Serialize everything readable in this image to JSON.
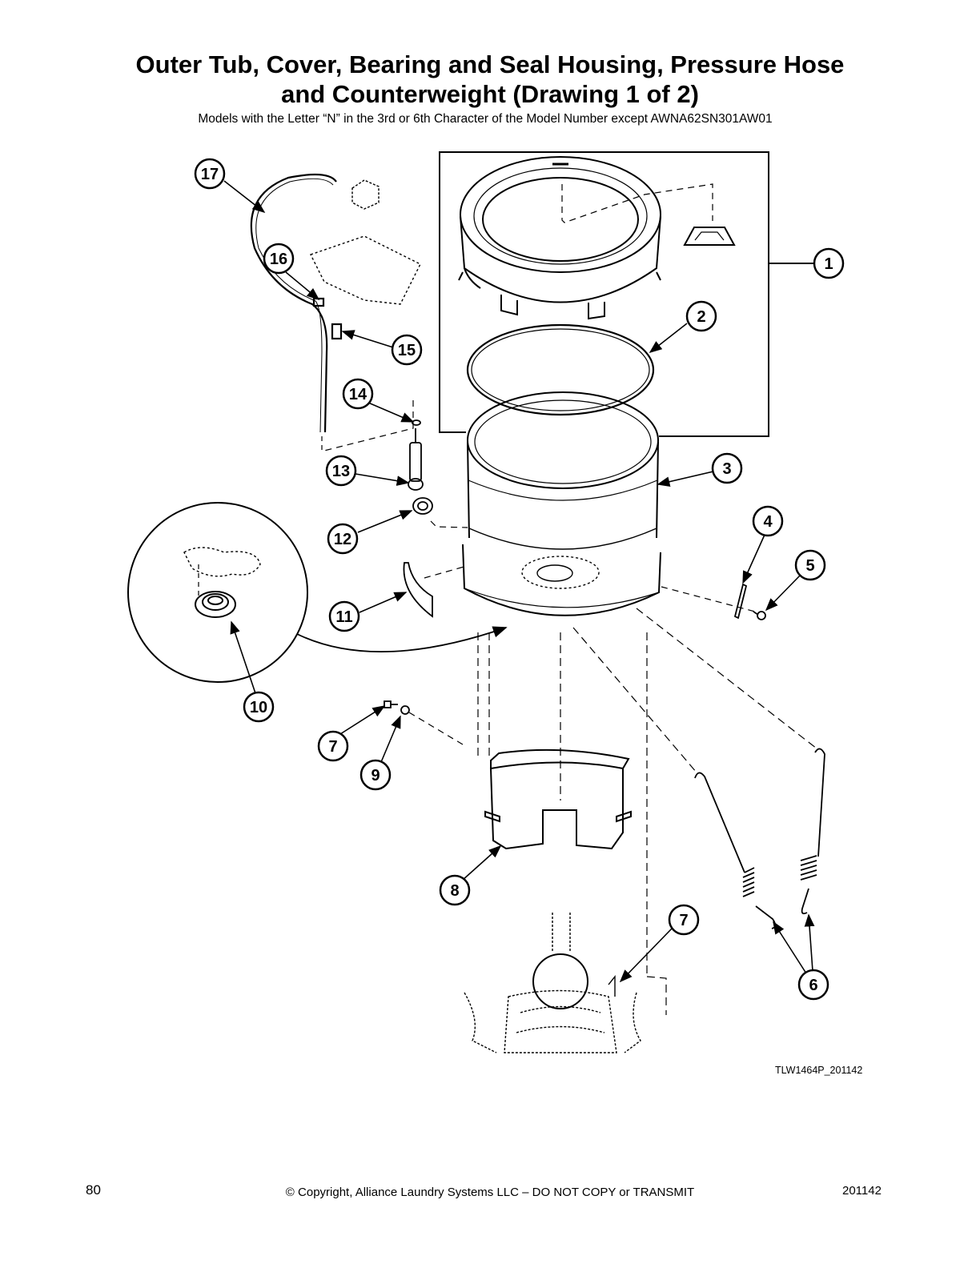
{
  "title": {
    "line1": "Outer Tub, Cover, Bearing and Seal Housing, Pressure Hose",
    "line2": "and Counterweight (Drawing 1 of 2)"
  },
  "subtitle": "Models with the Letter “N” in the 3rd or 6th Character of the Model Number except AWNA62SN301AW01",
  "callouts": [
    {
      "id": "c1",
      "label": "1"
    },
    {
      "id": "c2",
      "label": "2"
    },
    {
      "id": "c3",
      "label": "3"
    },
    {
      "id": "c4",
      "label": "4"
    },
    {
      "id": "c5",
      "label": "5"
    },
    {
      "id": "c6",
      "label": "6"
    },
    {
      "id": "c7a",
      "label": "7"
    },
    {
      "id": "c7b",
      "label": "7"
    },
    {
      "id": "c8",
      "label": "8"
    },
    {
      "id": "c9",
      "label": "9"
    },
    {
      "id": "c10",
      "label": "10"
    },
    {
      "id": "c11",
      "label": "11"
    },
    {
      "id": "c12",
      "label": "12"
    },
    {
      "id": "c13",
      "label": "13"
    },
    {
      "id": "c14",
      "label": "14"
    },
    {
      "id": "c15",
      "label": "15"
    },
    {
      "id": "c16",
      "label": "16"
    },
    {
      "id": "c17",
      "label": "17"
    }
  ],
  "drawing_ref": "TLW1464P_201142",
  "footer": {
    "page_number": "80",
    "copyright": "© Copyright, Alliance Laundry Systems LLC – DO NOT COPY or TRANSMIT",
    "code": "201142"
  }
}
